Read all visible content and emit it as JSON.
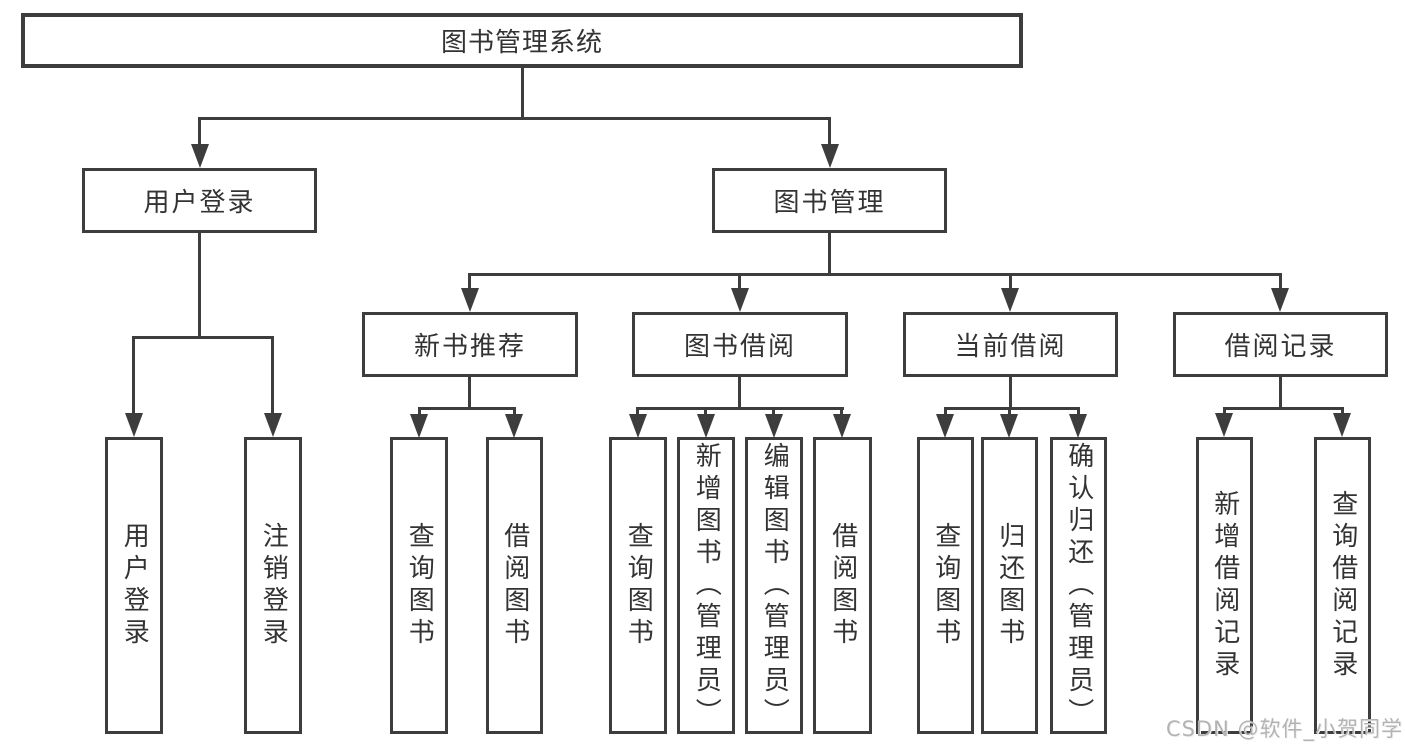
{
  "tree": {
    "label": "图书管理系统",
    "children": [
      {
        "label": "用户登录",
        "children": [
          {
            "label": "用户登录"
          },
          {
            "label": "注销登录"
          }
        ]
      },
      {
        "label": "图书管理",
        "children": [
          {
            "label": "新书推荐",
            "children": [
              {
                "label": "查询图书"
              },
              {
                "label": "借阅图书"
              }
            ]
          },
          {
            "label": "图书借阅",
            "children": [
              {
                "label": "查询图书"
              },
              {
                "label": "新增图书（管理员）"
              },
              {
                "label": "编辑图书（管理员）"
              },
              {
                "label": "借阅图书"
              }
            ]
          },
          {
            "label": "当前借阅",
            "children": [
              {
                "label": "查询图书"
              },
              {
                "label": "归还图书"
              },
              {
                "label": "确认归还（管理员）"
              }
            ]
          },
          {
            "label": "借阅记录",
            "children": [
              {
                "label": "新增借阅记录"
              },
              {
                "label": "查询借阅记录"
              }
            ]
          }
        ]
      }
    ]
  },
  "watermark": {
    "text": "CSDN @软件_小贺同学"
  },
  "colors": {
    "line": "#3d3d3d",
    "text": "#333333",
    "background": "#ffffff",
    "watermark": "#b3b3b3"
  }
}
